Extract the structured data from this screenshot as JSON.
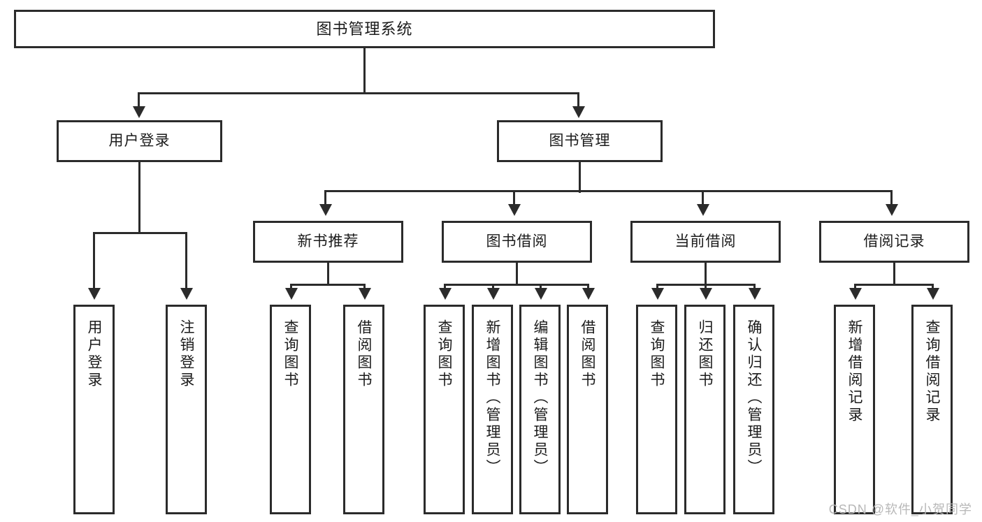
{
  "diagram": {
    "title": "图书管理系统",
    "type": "tree",
    "root": {
      "label": "图书管理系统"
    },
    "level1": [
      {
        "label": "用户登录"
      },
      {
        "label": "图书管理"
      }
    ],
    "level2": [
      {
        "label": "新书推荐",
        "parent": "图书管理"
      },
      {
        "label": "图书借阅",
        "parent": "图书管理"
      },
      {
        "label": "当前借阅",
        "parent": "图书管理"
      },
      {
        "label": "借阅记录",
        "parent": "图书管理"
      }
    ],
    "leaves": {
      "user_login": [
        {
          "label": "用户登录"
        },
        {
          "label": "注销登录"
        }
      ],
      "new_book": [
        {
          "label": "查询图书"
        },
        {
          "label": "借阅图书"
        }
      ],
      "book_borrow": [
        {
          "label": "查询图书"
        },
        {
          "label": "新增图书（管理员）"
        },
        {
          "label": "编辑图书（管理员）"
        },
        {
          "label": "借阅图书"
        }
      ],
      "current_borrow": [
        {
          "label": "查询图书"
        },
        {
          "label": "归还图书"
        },
        {
          "label": "确认归还（管理员）"
        }
      ],
      "borrow_record": [
        {
          "label": "新增借阅记录"
        },
        {
          "label": "查询借阅记录"
        }
      ]
    }
  },
  "watermark": {
    "text": "CSDN @软件_小贺同学"
  },
  "colors": {
    "stroke": "#2b2b2b",
    "fill": "#ffffff",
    "text": "#1b1b1b",
    "watermark": "#b8b8b8"
  }
}
